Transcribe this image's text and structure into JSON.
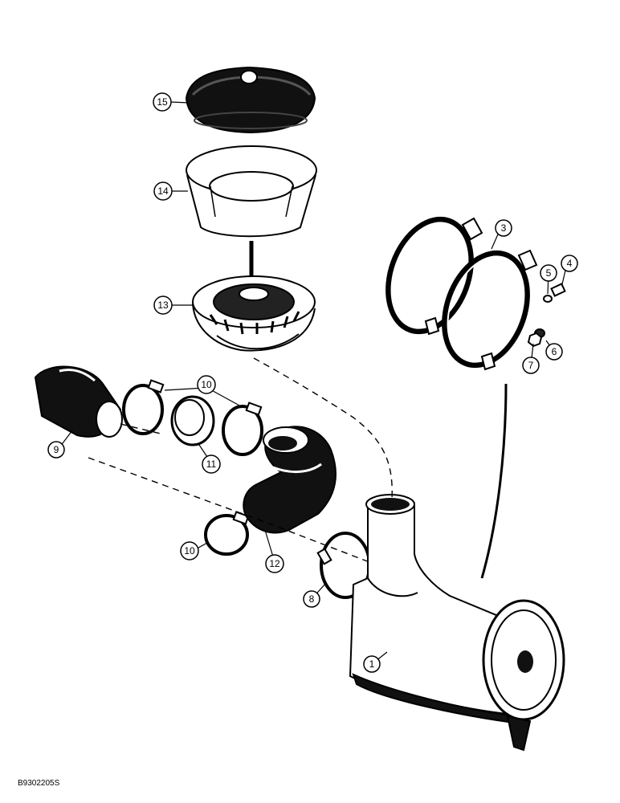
{
  "figure_code": "B9302205S",
  "callouts": [
    "1",
    "3",
    "4",
    "5",
    "6",
    "7",
    "8",
    "9",
    "10",
    "10",
    "11",
    "12",
    "13",
    "14",
    "15"
  ],
  "parts": {
    "air_cleaner_body": "1",
    "mounting_band": "3",
    "bolt": "4",
    "washer": "5",
    "lock_washer": "6",
    "nut": "7",
    "clamp": "8",
    "intake_hose": "9",
    "hose_clamp": "10",
    "connector": "11",
    "elbow_hose": "12",
    "precleaner_base": "13",
    "precleaner_bowl": "14",
    "precleaner_cap": "15"
  }
}
